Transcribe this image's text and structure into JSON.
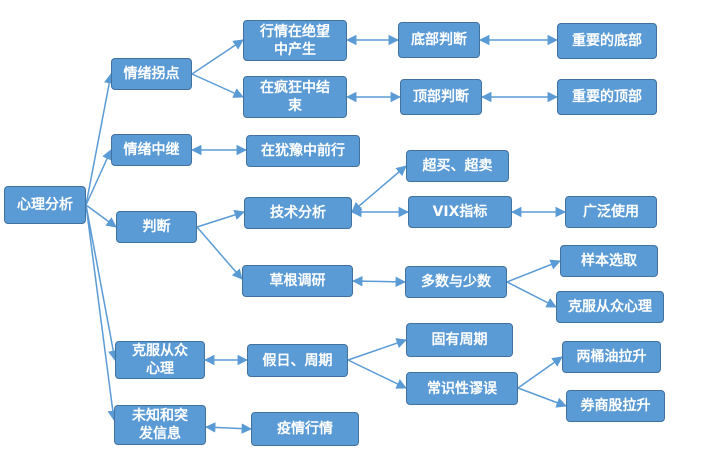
{
  "nodes": {
    "root": "心理分析",
    "sentiment_pivot": "情绪拐点",
    "market_despair": "行情在绝望\n中产生",
    "bottom_judgment": "底部判断",
    "important_bottom": "重要的底部",
    "ends_in_frenzy": "在疯狂中结\n束",
    "top_judgment": "顶部判断",
    "important_top": "重要的顶部",
    "sentiment_relay": "情绪中继",
    "advance_in_hesitation": "在犹豫中前行",
    "judgment": "判断",
    "technical_analysis": "技术分析",
    "overbought_oversold": "超买、超卖",
    "vix_indicator": "VIX指标",
    "widely_used": "广泛使用",
    "grassroots_research": "草根调研",
    "majority_minority": "多数与少数",
    "sample_selection": "样本选取",
    "overcome_herd": "克服从众心理",
    "overcome_herd_branch": "克服从众\n心理",
    "holidays_cycles": "假日、周期",
    "inherent_cycle": "固有周期",
    "common_sense_fallacy": "常识性谬误",
    "two_barrels_oil": "两桶油拉升",
    "brokerage_stocks": "券商股拉升",
    "unknown_sudden": "未知和突\n发信息",
    "epidemic_market": "疫情行情"
  }
}
